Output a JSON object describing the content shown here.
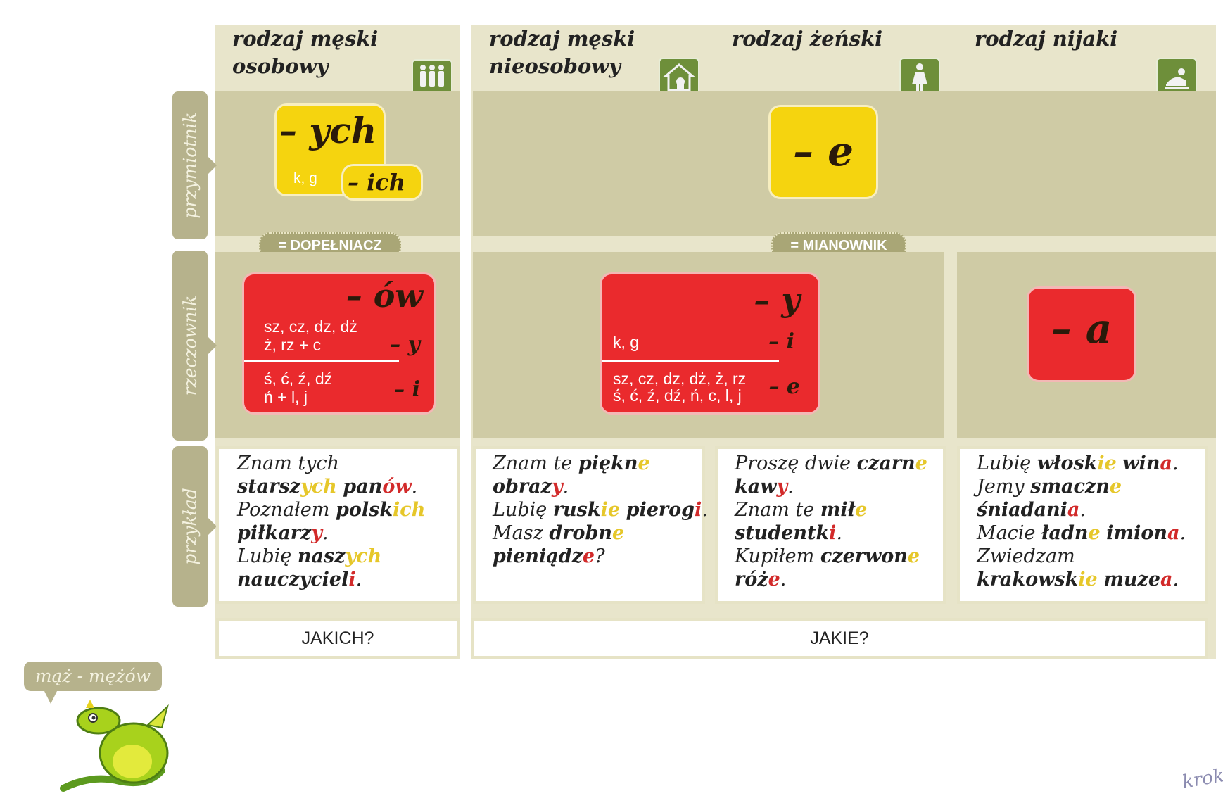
{
  "headers": {
    "m_personal": "rodzaj męski osobowy",
    "m_impersonal": "rodzaj męski nieosobowy",
    "feminine": "rodzaj żeński",
    "neuter": "rodzaj nijaki"
  },
  "rows": {
    "adjective": "przymiotnik",
    "noun": "rzeczownik",
    "example": "przykład"
  },
  "adjective": {
    "m_personal_ending": "– ych",
    "m_personal_kg": "k, g",
    "m_personal_alt": "– ich",
    "other_ending": "– e"
  },
  "labels": {
    "genitive": "= DOPEŁNIACZ",
    "nominative": "= MIANOWNIK"
  },
  "noun": {
    "m_personal": {
      "main": "– ów",
      "cons1a": "sz, cz, dz, dż",
      "cons1b": "ż, rz + c",
      "end1": "– y",
      "cons2a": "ś, ć, ź, dź",
      "cons2b": "ń + l, j",
      "end2": "– i"
    },
    "m_impersonal_f": {
      "main": "– y",
      "kg": "k, g",
      "end_kg": "– i",
      "cons_a": "sz, cz, dz, dż, ż, rz",
      "cons_b": "ś, ć, ź, dź, ń, c, l, j",
      "end_soft": "– e"
    },
    "neuter": "– a"
  },
  "examples": {
    "m_personal": [
      [
        {
          "t": "Znam tych",
          "s": ""
        }
      ],
      [
        {
          "t": "starsz",
          "s": "b"
        },
        {
          "t": "ych",
          "s": "by"
        },
        {
          "t": " ",
          "s": ""
        },
        {
          "t": "pan",
          "s": "b"
        },
        {
          "t": "ów",
          "s": "br"
        },
        {
          "t": ".",
          "s": ""
        }
      ],
      [
        {
          "t": "Poznałem ",
          "s": ""
        },
        {
          "t": "polsk",
          "s": "b"
        },
        {
          "t": "ich",
          "s": "by"
        }
      ],
      [
        {
          "t": "piłkarz",
          "s": "b"
        },
        {
          "t": "y",
          "s": "br"
        },
        {
          "t": ".",
          "s": ""
        }
      ],
      [
        {
          "t": "Lubię ",
          "s": ""
        },
        {
          "t": "nasz",
          "s": "b"
        },
        {
          "t": "ych",
          "s": "by"
        }
      ],
      [
        {
          "t": "nauczyciel",
          "s": "b"
        },
        {
          "t": "i",
          "s": "br"
        },
        {
          "t": ".",
          "s": ""
        }
      ]
    ],
    "m_impersonal": [
      [
        {
          "t": "Znam te ",
          "s": ""
        },
        {
          "t": "piękn",
          "s": "b"
        },
        {
          "t": "e",
          "s": "by"
        }
      ],
      [
        {
          "t": "obraz",
          "s": "b"
        },
        {
          "t": "y",
          "s": "br"
        },
        {
          "t": ".",
          "s": ""
        }
      ],
      [
        {
          "t": "Lubię ",
          "s": ""
        },
        {
          "t": "rusk",
          "s": "b"
        },
        {
          "t": "ie",
          "s": "by"
        },
        {
          "t": " ",
          "s": ""
        },
        {
          "t": "pierog",
          "s": "b"
        },
        {
          "t": "i",
          "s": "br"
        },
        {
          "t": ".",
          "s": ""
        }
      ],
      [
        {
          "t": "Masz ",
          "s": ""
        },
        {
          "t": "drobn",
          "s": "b"
        },
        {
          "t": "e",
          "s": "by"
        }
      ],
      [
        {
          "t": "pieniądz",
          "s": "b"
        },
        {
          "t": "e",
          "s": "br"
        },
        {
          "t": "?",
          "s": ""
        }
      ]
    ],
    "feminine": [
      [
        {
          "t": "Proszę dwie ",
          "s": ""
        },
        {
          "t": "czarn",
          "s": "b"
        },
        {
          "t": "e",
          "s": "by"
        }
      ],
      [
        {
          "t": "kaw",
          "s": "b"
        },
        {
          "t": "y",
          "s": "br"
        },
        {
          "t": ".",
          "s": ""
        }
      ],
      [
        {
          "t": "Znam te ",
          "s": ""
        },
        {
          "t": "mił",
          "s": "b"
        },
        {
          "t": "e",
          "s": "by"
        }
      ],
      [
        {
          "t": "studentk",
          "s": "b"
        },
        {
          "t": "i",
          "s": "br"
        },
        {
          "t": ".",
          "s": ""
        }
      ],
      [
        {
          "t": "Kupiłem ",
          "s": ""
        },
        {
          "t": "czerwon",
          "s": "b"
        },
        {
          "t": "e",
          "s": "by"
        }
      ],
      [
        {
          "t": "róż",
          "s": "b"
        },
        {
          "t": "e",
          "s": "br"
        },
        {
          "t": ".",
          "s": ""
        }
      ]
    ],
    "neuter": [
      [
        {
          "t": "Lubię ",
          "s": ""
        },
        {
          "t": "włosk",
          "s": "b"
        },
        {
          "t": "ie",
          "s": "by"
        },
        {
          "t": " ",
          "s": ""
        },
        {
          "t": "win",
          "s": "b"
        },
        {
          "t": "a",
          "s": "br"
        },
        {
          "t": ".",
          "s": ""
        }
      ],
      [
        {
          "t": "Jemy ",
          "s": ""
        },
        {
          "t": "smaczn",
          "s": "b"
        },
        {
          "t": "e",
          "s": "by"
        }
      ],
      [
        {
          "t": "śniadani",
          "s": "b"
        },
        {
          "t": "a",
          "s": "br"
        },
        {
          "t": ".",
          "s": ""
        }
      ],
      [
        {
          "t": "Macie ",
          "s": ""
        },
        {
          "t": "ładn",
          "s": "b"
        },
        {
          "t": "e",
          "s": "by"
        },
        {
          "t": " ",
          "s": ""
        },
        {
          "t": "imion",
          "s": "b"
        },
        {
          "t": "a",
          "s": "br"
        },
        {
          "t": ".",
          "s": ""
        }
      ],
      [
        {
          "t": "Zwiedzam",
          "s": ""
        }
      ],
      [
        {
          "t": "krakowsk",
          "s": "b"
        },
        {
          "t": "ie",
          "s": "by"
        },
        {
          "t": " ",
          "s": ""
        },
        {
          "t": "muze",
          "s": "b"
        },
        {
          "t": "a",
          "s": "br"
        },
        {
          "t": ".",
          "s": ""
        }
      ]
    ]
  },
  "answers": {
    "jakich": "JAKICH?",
    "jakie": "JAKIE?"
  },
  "dragon_bubble": "mąż - mężów",
  "watermark": "krok",
  "icons": {
    "m_personal": "people-icon",
    "m_impersonal": "house-cat-icon",
    "feminine": "woman-icon",
    "neuter": "baby-icon"
  },
  "colors": {
    "olive": "#cfcba5",
    "yellow": "#f5d40f",
    "red": "#ea2a2d",
    "green": "#6e8f3a"
  }
}
